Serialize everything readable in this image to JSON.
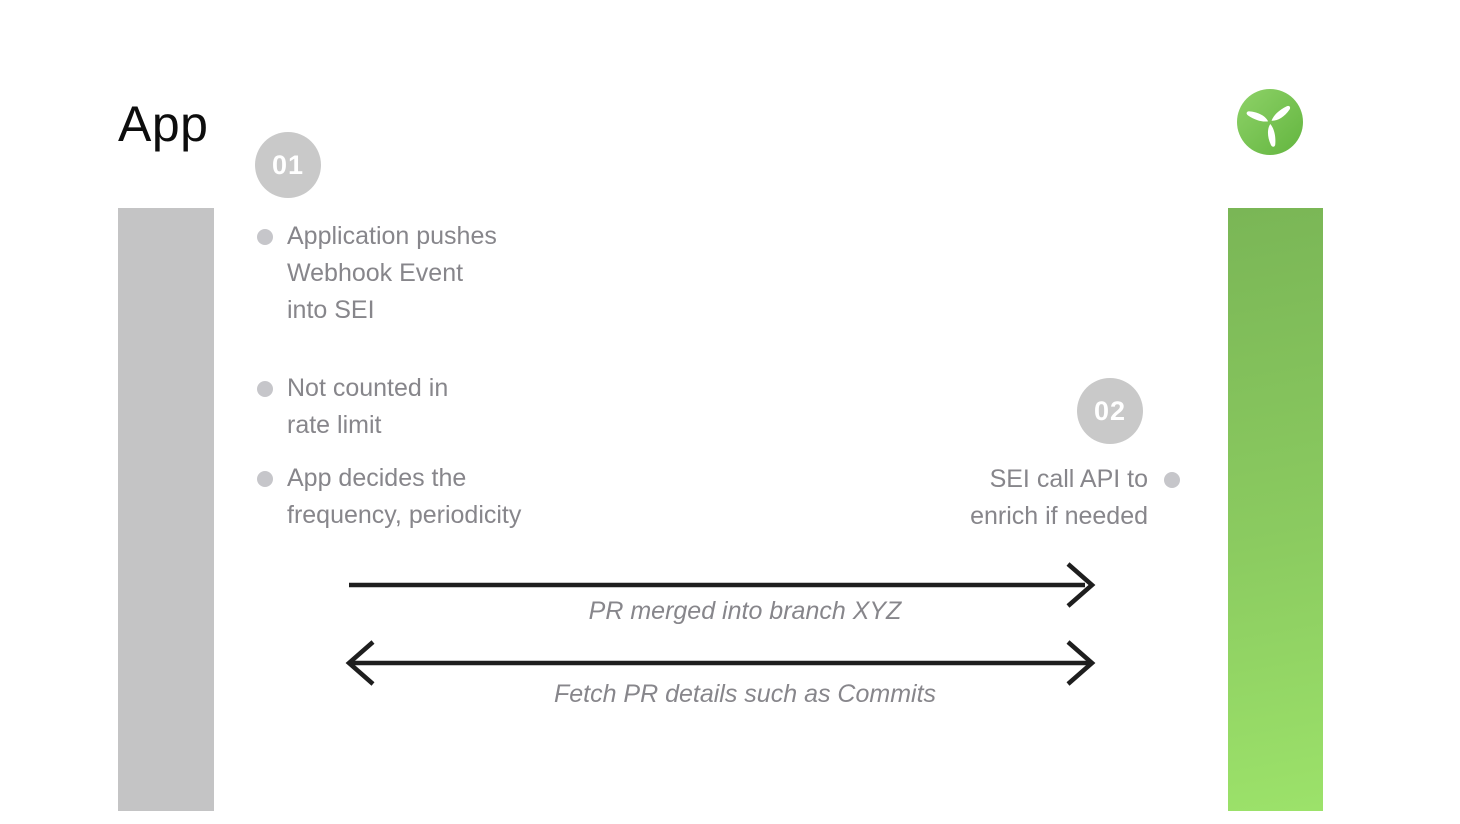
{
  "title": "App",
  "logo": {
    "name": "propeller-logo"
  },
  "steps": {
    "step1": {
      "badge": "01",
      "bullets": [
        "Application pushes\nWebhook Event\ninto SEI",
        "Not counted in\nrate limit",
        "App decides the\nfrequency, periodicity"
      ]
    },
    "step2": {
      "badge": "02",
      "bullets": [
        "SEI call API to\nenrich if needed"
      ]
    }
  },
  "arrows": [
    {
      "label": "PR merged into branch XYZ",
      "direction": "left-to-right"
    },
    {
      "label": "Fetch PR details such as Commits",
      "direction": "bidirectional"
    }
  ],
  "colors": {
    "lane-gray": "#c4c4c5",
    "badge-gray": "#c9c9c9",
    "dot-gray": "#c6c6ca",
    "text-gray": "#87868b",
    "arrow-black": "#1e1e1e",
    "green-top": "#7ab656",
    "green-bottom": "#9ce26a",
    "logo-green-light": "#8ed268",
    "logo-green-dark": "#63b53f"
  }
}
